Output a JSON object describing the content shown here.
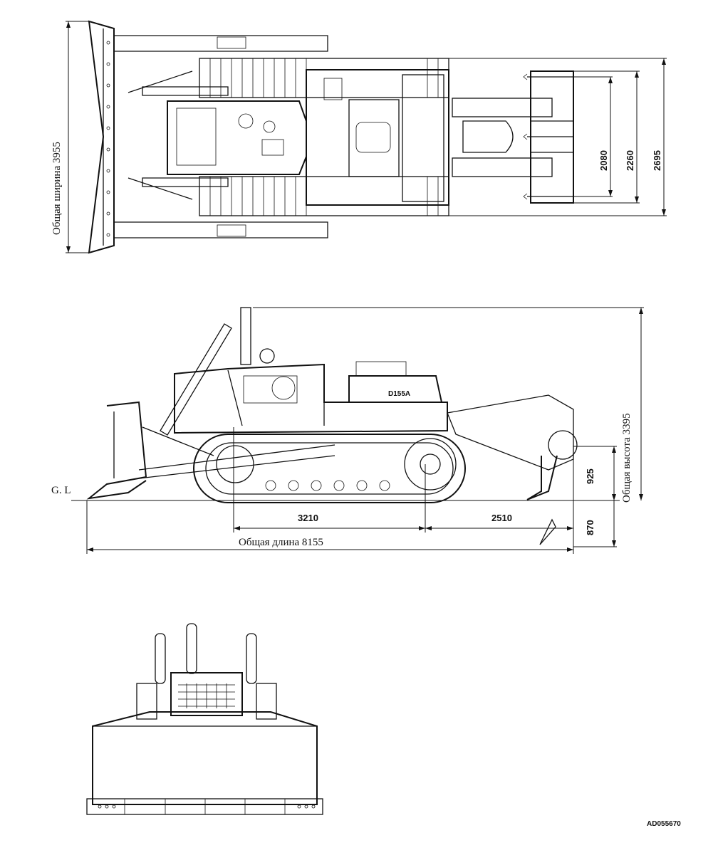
{
  "labels": {
    "overall_width": "Общая ширина 3955",
    "overall_height": "Общая высота 3395",
    "overall_length": "Общая длина 8155",
    "ground_line": "G. L",
    "model_badge": "D155A",
    "drawing_code": "AD055670"
  },
  "dimensions": {
    "d_2080": "2080",
    "d_2260": "2260",
    "d_2695": "2695",
    "d_3210": "3210",
    "d_2510": "2510",
    "d_925": "925",
    "d_870": "870"
  }
}
